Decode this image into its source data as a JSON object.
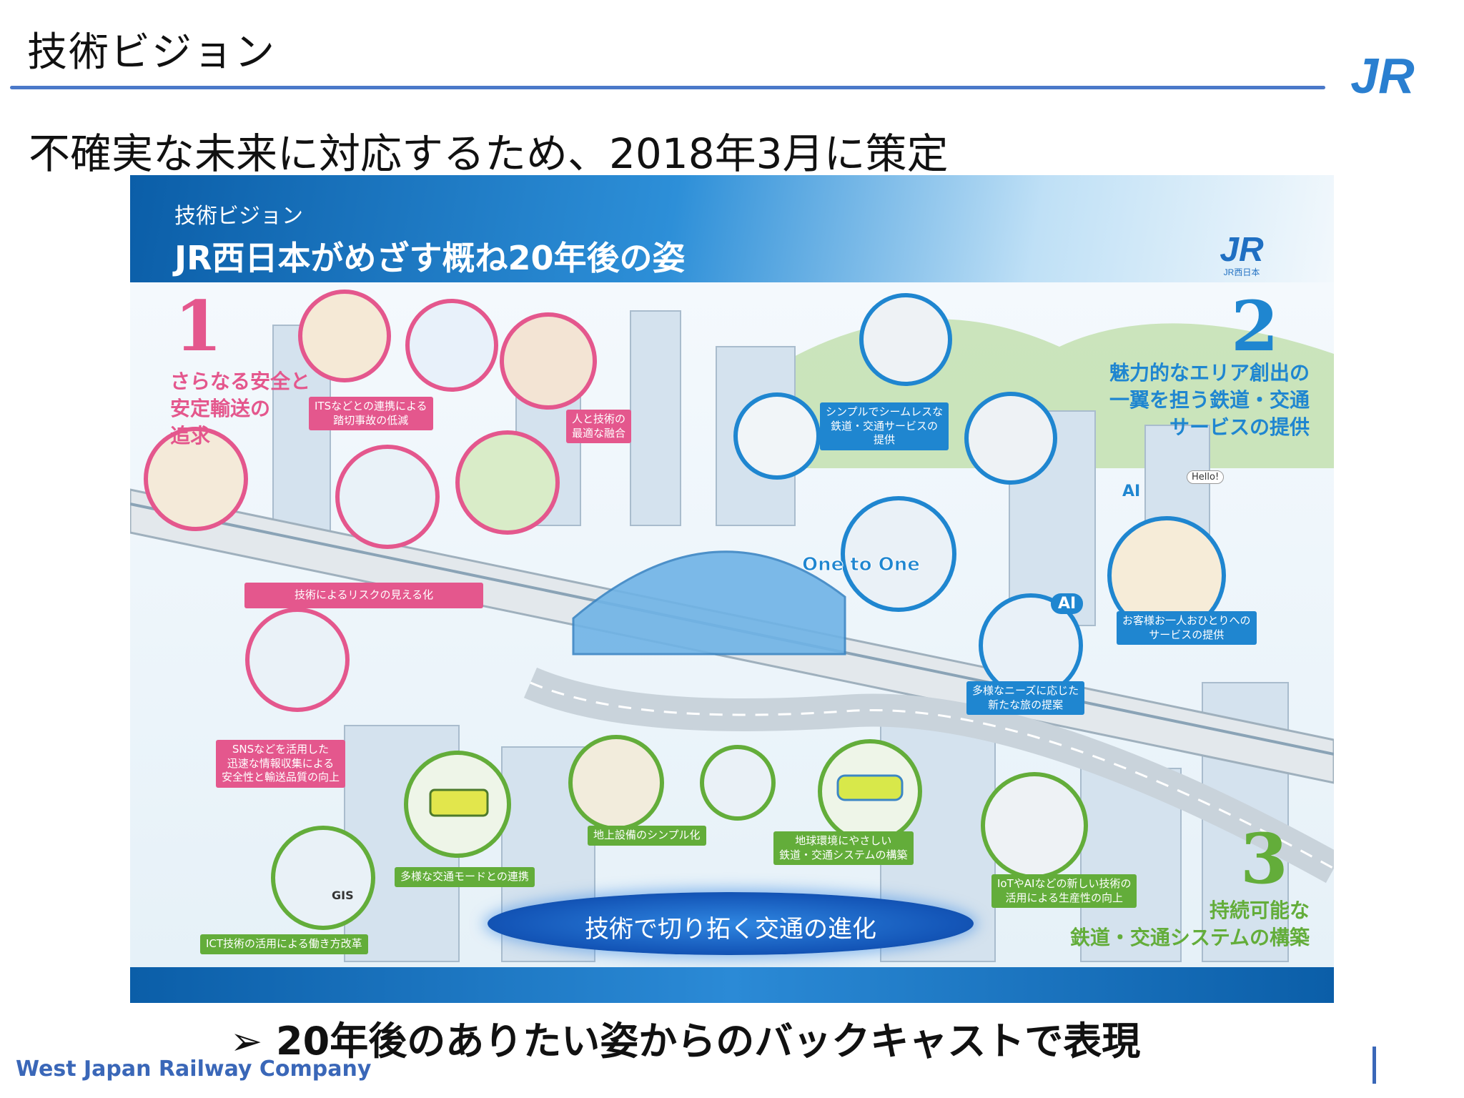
{
  "header": {
    "title": "技術ビジョン",
    "logo_text": "JR"
  },
  "subtitle": "不確実な未来に対応するため、2018年3月に策定",
  "poster": {
    "banner_small": "技術ビジョン",
    "banner_main": "JR西日本がめざす概ね20年後の姿",
    "logo_text": "JR",
    "logo_caption": "JR西日本",
    "pillars": [
      {
        "number": "1",
        "text": [
          "さらなる安全と",
          "安定輸送の",
          "追求"
        ]
      },
      {
        "number": "2",
        "text": [
          "魅力的なエリア創出の",
          "一翼を担う鉄道・交通",
          "サービスの提供"
        ]
      },
      {
        "number": "3",
        "text": [
          "持続可能な",
          "鉄道・交通システムの構築"
        ]
      }
    ],
    "labels": {
      "its": [
        "ITSなどとの連携による",
        "踏切事故の低減"
      ],
      "human_tech": [
        "人と技術の",
        "最適な融合"
      ],
      "risk": [
        "技術によるリスクの見える化"
      ],
      "sns": [
        "SNSなどを活用した",
        "迅速な情報収集による",
        "安全性と輸送品質の向上"
      ],
      "ict": [
        "ICT技術の活用による働き方改革"
      ],
      "seamless": [
        "シンプルでシームレスな",
        "鉄道・交通サービスの",
        "提供"
      ],
      "one_to_one_badge": "One to One",
      "one_to_one": [
        "お客様お一人おひとりへの",
        "サービスの提供"
      ],
      "ai_badge": "AI",
      "hello": "Hello!",
      "diverse_needs": [
        "多様なニーズに応じた",
        "新たな旅の提案"
      ],
      "transport_modes": [
        "多様な交通モードとの連携"
      ],
      "ground": [
        "地上設備のシンプル化"
      ],
      "eco": [
        "地球環境にやさしい",
        "鉄道・交通システムの構築"
      ],
      "iot": [
        "IoTやAIなどの新しい技術の",
        "活用による生産性の向上"
      ],
      "gis": "GIS"
    },
    "capsule": "技術で切り拓く交通の進化"
  },
  "bullet": "➢ 20年後のありたい姿からのバックキャストで表現",
  "footer": {
    "company": "West Japan Railway Company"
  },
  "colors": {
    "accent": "#4a79c9",
    "pink": "#e4578d",
    "blue": "#1f86d0",
    "green": "#63ad3a"
  }
}
